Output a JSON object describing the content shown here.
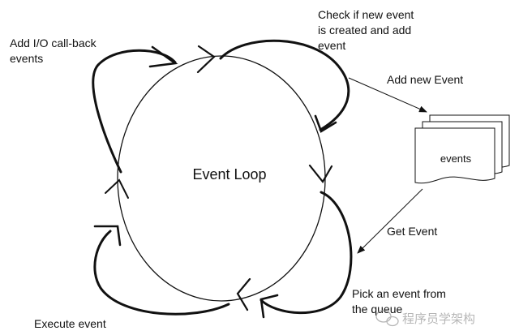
{
  "diagram": {
    "center_label": "Event Loop",
    "labels": {
      "io_callback": [
        "Add  I/O  call-back",
        "events"
      ],
      "check_new": [
        "Check if new event",
        "is created and add",
        "event"
      ],
      "add_new_event": "Add new Event",
      "queue_label": "events",
      "get_event": "Get Event",
      "pick_event": [
        "Pick an event from",
        "the queue"
      ],
      "execute_event": "Execute event"
    },
    "watermark": "程序员学架构",
    "colors": {
      "stroke": "#111111",
      "background": "#ffffff",
      "text": "#111111"
    }
  }
}
